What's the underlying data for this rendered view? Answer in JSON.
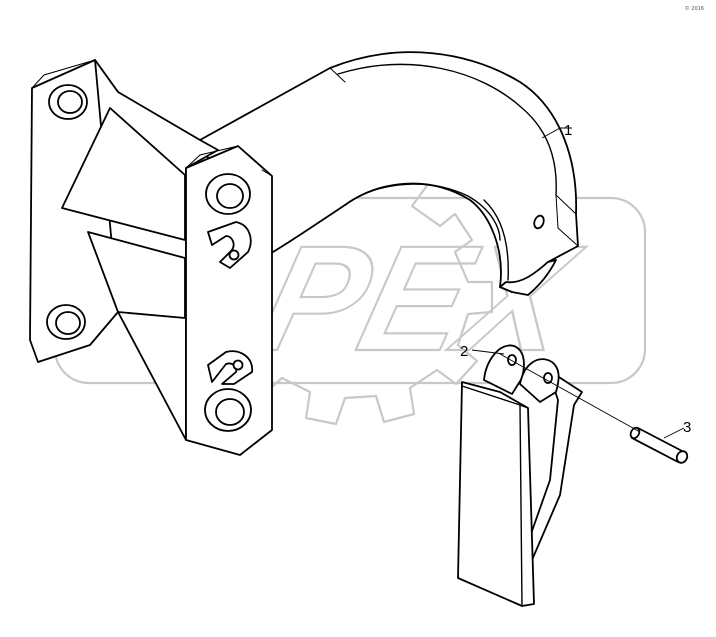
{
  "corner_mark": "© 2016",
  "watermark": {
    "text": "OPEX"
  },
  "callouts": [
    {
      "label": "1"
    },
    {
      "label": "2"
    },
    {
      "label": "3"
    }
  ],
  "colors": {
    "line": "#000000",
    "watermark": "#c8c8c8",
    "background": "#ffffff"
  }
}
